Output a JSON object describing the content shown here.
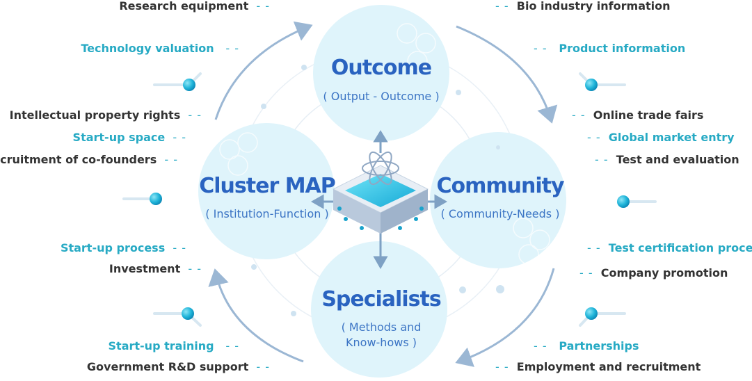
{
  "circles": {
    "outcome": {
      "title": "Outcome",
      "subtitle": "( Output - Outcome )"
    },
    "cluster": {
      "title": "Cluster MAP",
      "subtitle": "( Institution-Function )"
    },
    "community": {
      "title": "Community",
      "subtitle": "( Community-Needs )"
    },
    "specialists": {
      "title": "Specialists",
      "subtitle_line1": "( Methods and",
      "subtitle_line2": "Know-hows  )"
    }
  },
  "left_labels": [
    {
      "text": "Research equipment",
      "style": "dark"
    },
    {
      "text": "Technology valuation",
      "style": "teal"
    },
    {
      "text": "Intellectual property rights",
      "style": "dark"
    },
    {
      "text": "Start-up space",
      "style": "teal"
    },
    {
      "text": "Recruitment of co-founders",
      "style": "dark"
    },
    {
      "text": "Start-up process",
      "style": "teal"
    },
    {
      "text": "Investment",
      "style": "dark"
    },
    {
      "text": "Start-up training",
      "style": "teal"
    },
    {
      "text": "Government R&D support",
      "style": "dark"
    }
  ],
  "right_labels": [
    {
      "text": "Bio industry information",
      "style": "dark"
    },
    {
      "text": "Product information",
      "style": "teal"
    },
    {
      "text": "Online trade fairs",
      "style": "dark"
    },
    {
      "text": "Global market entry",
      "style": "teal"
    },
    {
      "text": "Test and evaluation",
      "style": "dark"
    },
    {
      "text": "Test certification process",
      "style": "teal"
    },
    {
      "text": "Company promotion",
      "style": "dark"
    },
    {
      "text": "Partnerships",
      "style": "teal"
    },
    {
      "text": "Employment and recruitment",
      "style": "dark"
    }
  ],
  "dash_glyph": "- -",
  "colors": {
    "circle_fill": "#dff4fb",
    "title": "#2a63c0",
    "teal": "#27aac4",
    "dark": "#333333",
    "arrow": "#9bb7d4",
    "knob": "#1aa3cc"
  }
}
